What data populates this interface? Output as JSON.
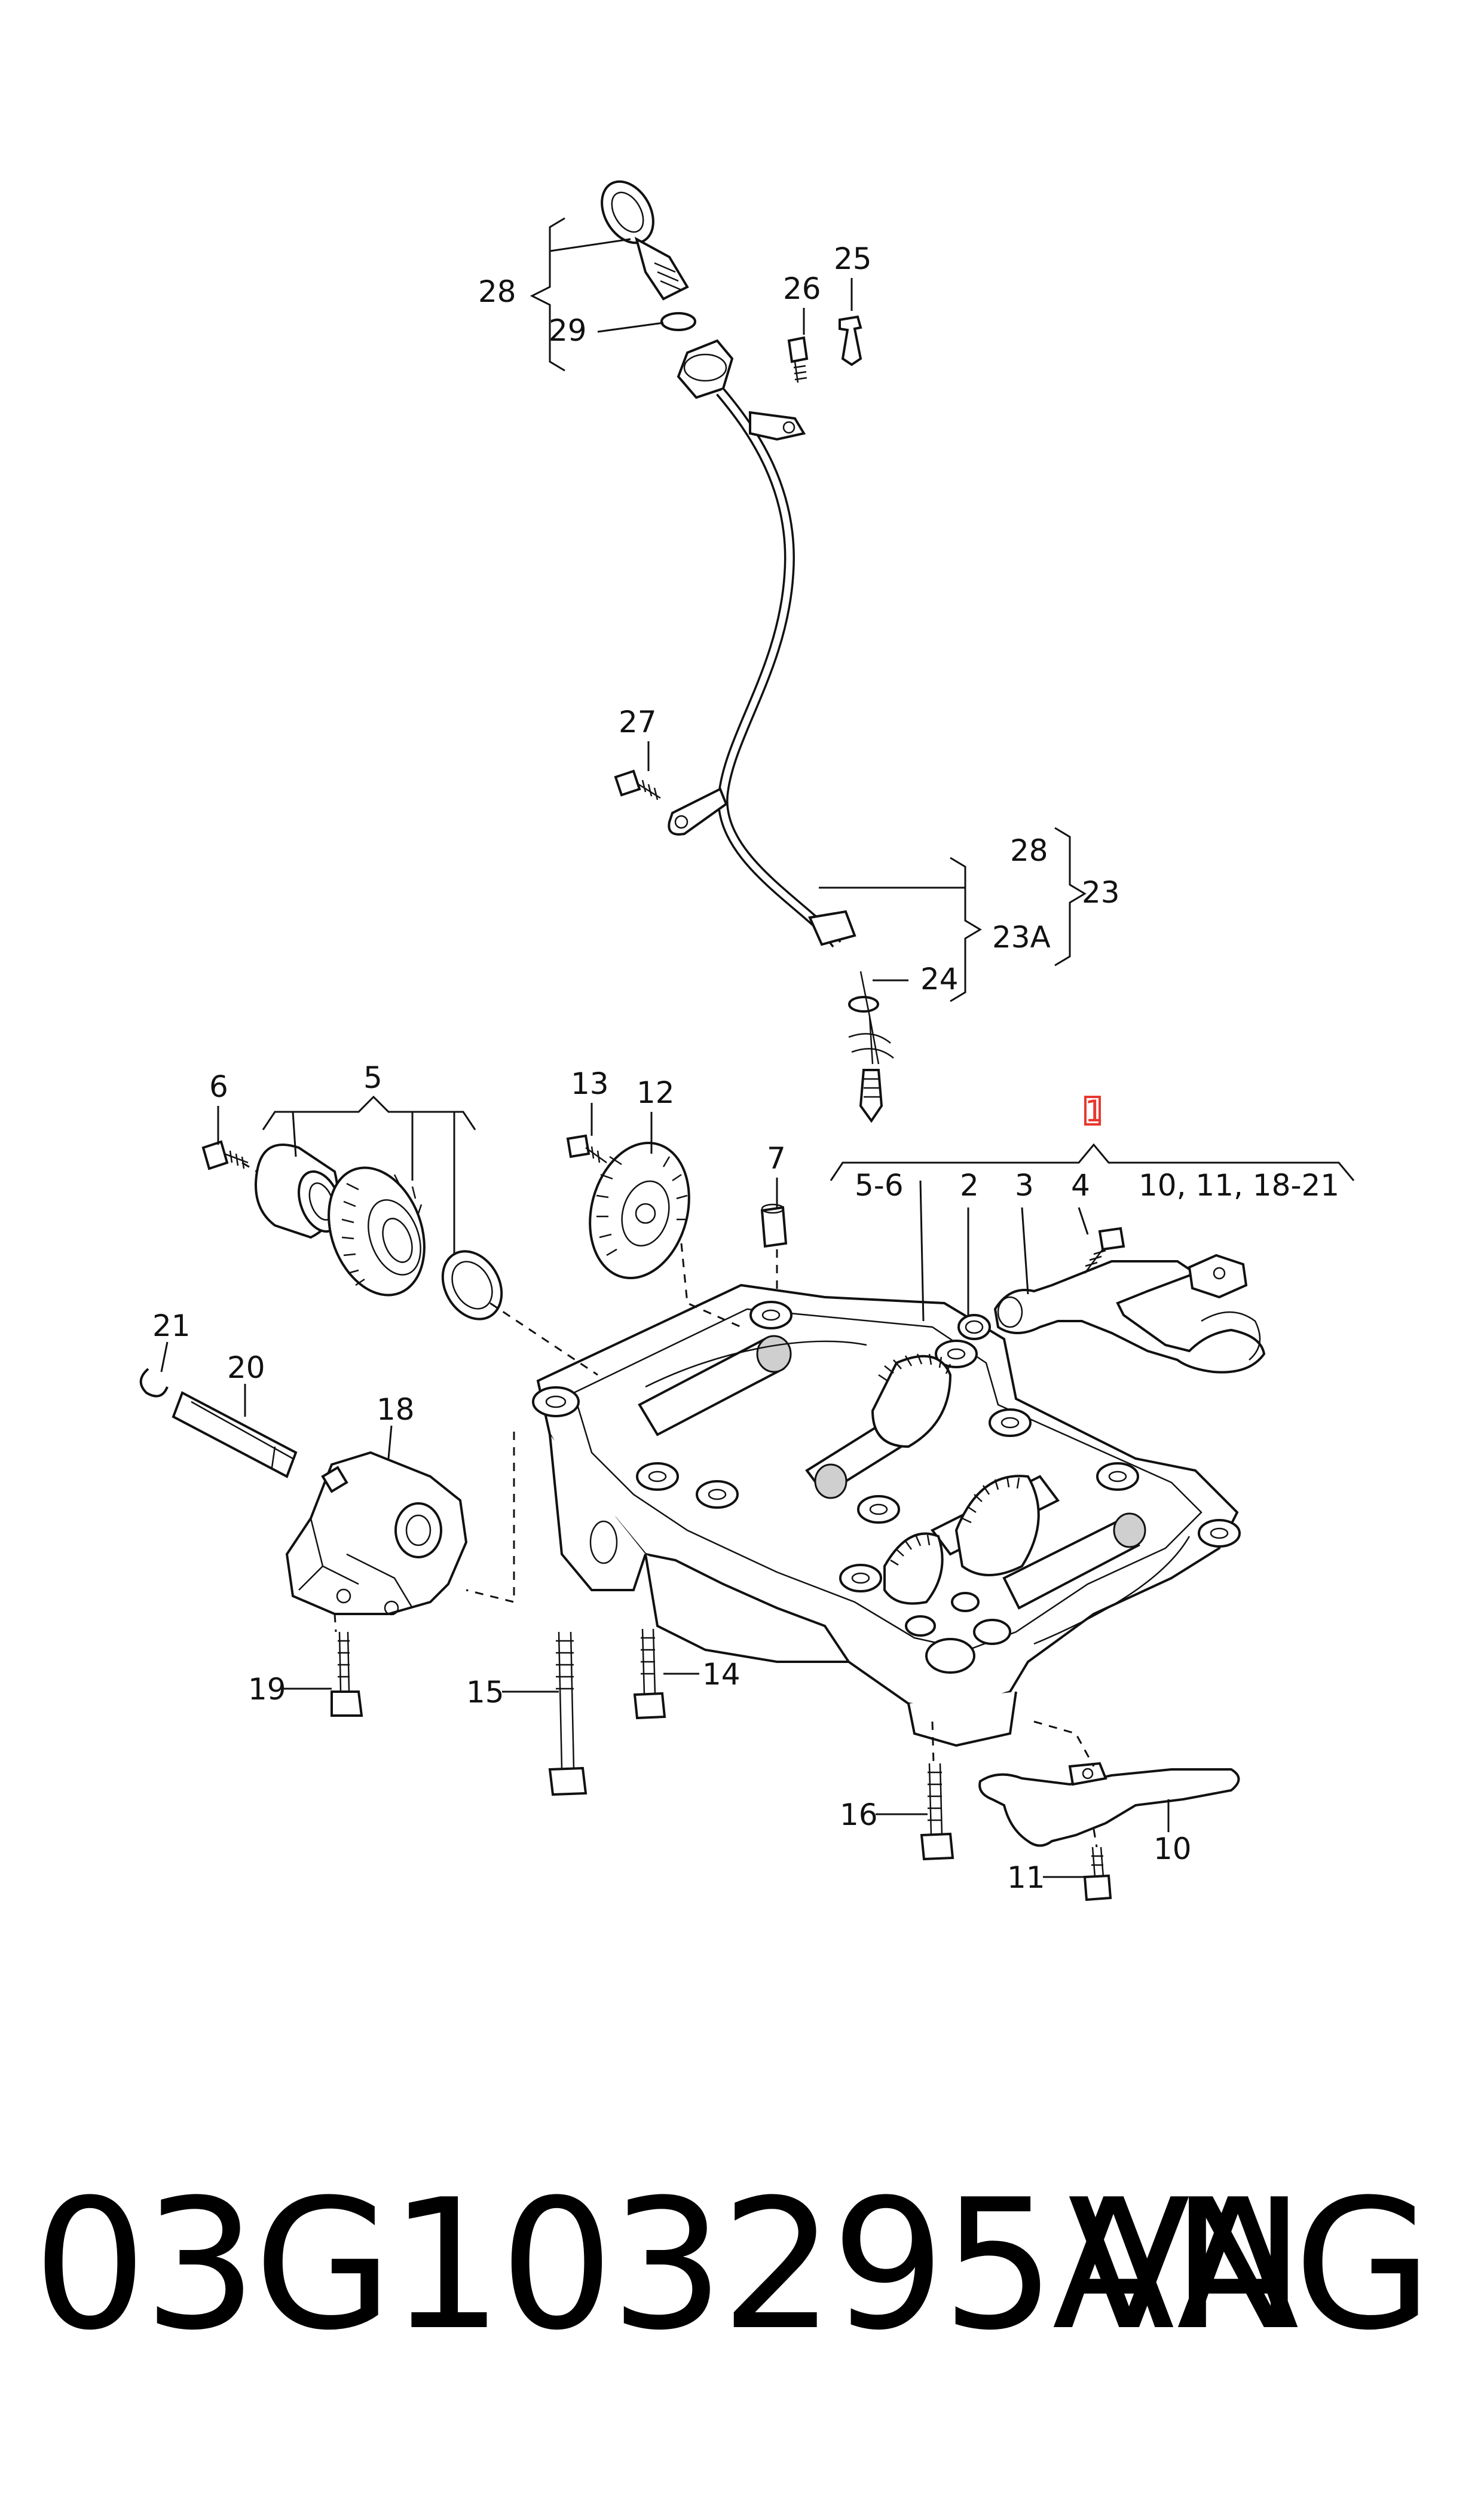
{
  "labels": {
    "l1": "1",
    "l2": "2",
    "l3": "3",
    "l4": "4",
    "l5": "5",
    "l56": "5-6",
    "l6": "6",
    "l7": "7",
    "l10a": "10",
    "l10b": "10, 11, 18-21",
    "l11": "11",
    "l12": "12",
    "l13": "13",
    "l14": "14",
    "l15": "15",
    "l16": "16",
    "l18": "18",
    "l19": "19",
    "l20": "20",
    "l21": "21",
    "l23": "23",
    "l23a": "23A",
    "l24": "24",
    "l25": "25",
    "l26": "26",
    "l27": "27",
    "l28a": "28",
    "l28b": "28",
    "l29": "29"
  },
  "footer": {
    "part_number": "03G103295AN",
    "brand": "VAG"
  },
  "colors": {
    "ink": "#111111",
    "highlight": "#e8382f",
    "background": "#ffffff"
  }
}
